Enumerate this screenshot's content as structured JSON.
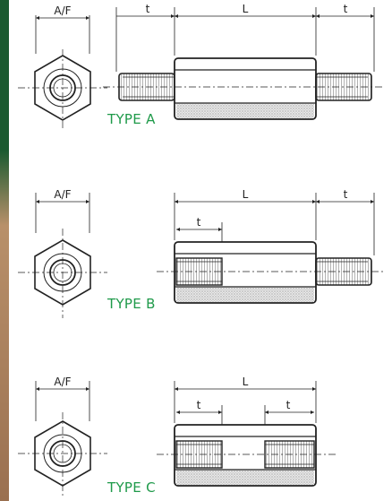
{
  "dimensions": {
    "across_flats": "A/F",
    "length": "L",
    "thread_length": "t"
  },
  "types": [
    {
      "label": "TYPE A"
    },
    {
      "label": "TYPE B"
    },
    {
      "label": "TYPE C"
    }
  ],
  "colors": {
    "line": "#222222",
    "type_label": "#1f9a4a",
    "hatch": "#c8c8c8",
    "side_strip_top": "#1a5a30",
    "side_strip_bottom": "#b8906a"
  }
}
